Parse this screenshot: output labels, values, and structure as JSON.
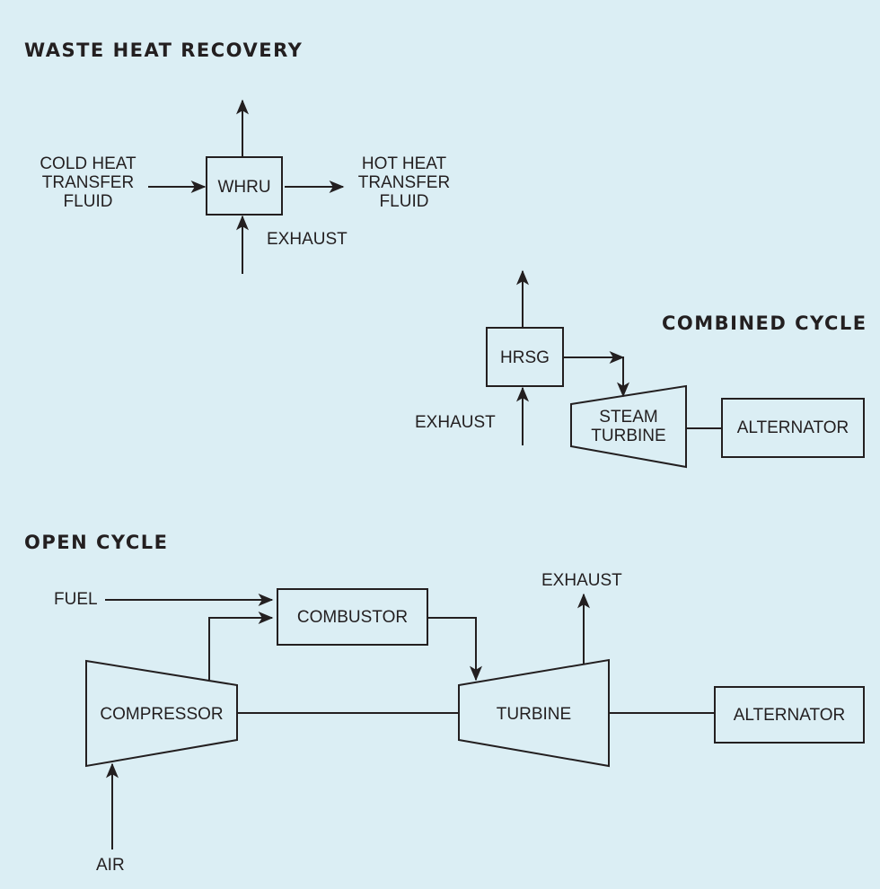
{
  "colors": {
    "background": "#dbeef4",
    "ink": "#231f20"
  },
  "sections": {
    "waste_heat_recovery": {
      "title": "WASTE HEAT RECOVERY",
      "unit": "WHRU",
      "input_label": [
        "COLD HEAT",
        "TRANSFER",
        "FLUID"
      ],
      "output_label": [
        "HOT HEAT",
        "TRANSFER",
        "FLUID"
      ],
      "exhaust_label": "EXHAUST"
    },
    "combined_cycle": {
      "title": "COMBINED CYCLE",
      "unit": "HRSG",
      "exhaust_label": "EXHAUST",
      "turbine_label": [
        "STEAM",
        "TURBINE"
      ],
      "alternator_label": "ALTERNATOR"
    },
    "open_cycle": {
      "title": "OPEN CYCLE",
      "fuel_label": "FUEL",
      "combustor_label": "COMBUSTOR",
      "compressor_label": "COMPRESSOR",
      "turbine_label": "TURBINE",
      "exhaust_label": "EXHAUST",
      "alternator_label": "ALTERNATOR",
      "air_label": "AIR"
    }
  }
}
